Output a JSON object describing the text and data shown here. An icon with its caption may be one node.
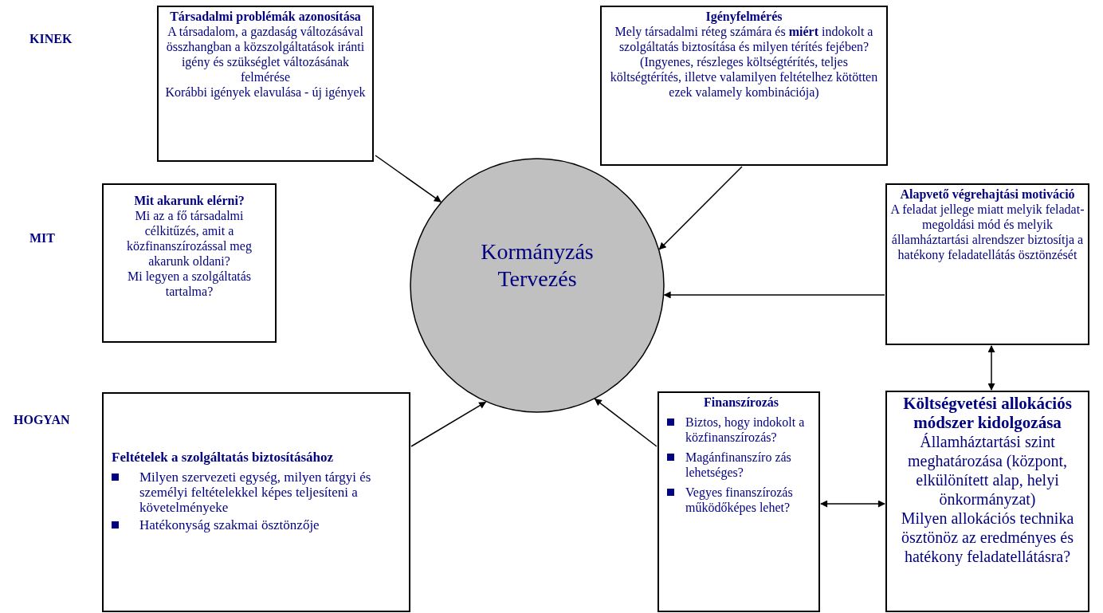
{
  "diagram": {
    "nodes": [
      {
        "text": [
          "Társadalmi problémák azonosítása",
          "A társadalom, a gazdaság változásával összhangban a közszolgáltatások iránti igény és szükséglet változásának felmérése",
          "Korábbi igények elavulása - új igények"
        ]
      },
      {
        "text": [
          "Igényfelmérés",
          "Mely társadalmi réteg számára és **miért** indokolt a szolgáltatás biztosítása és milyen térítés fejében?",
          "(Ingyenes, részleges költségtérítés, teljes költségtérítés, illetve valamilyen feltételhez kötötten ezek valamely kombinációja)"
        ]
      },
      {
        "text": [
          "Mit akarunk elérni?",
          "Mi az a fő társadalmi célkitűzés, amit a közfinanszírozással meg akarunk oldani?",
          "Mi legyen a szolgáltatás tartalma?"
        ]
      },
      {
        "text": [
          "Kormányzás Tervezés"
        ]
      },
      {
        "text": [
          "Alapvető végrehajtási motiváció",
          "A feladat jellege miatt melyik feladat-megoldási mód és melyik államháztartási alrendszer biztosítja a hatékony feladatellátás ösztönzését"
        ]
      },
      {
        "text": [
          "Feltételek a szolgáltatás biztosításához",
          "Milyen szervezeti egység, milyen tárgyi és személyi feltételekkel képes teljesíteni a követelményeke",
          "Hatékonyság szakmai ösztönzője"
        ]
      },
      {
        "text": [
          "Finanszírozás",
          "Biztos, hogy indokolt a közfinanszírozás?",
          "Magánfinanszíro zás lehetséges?",
          "Vegyes finanszírozás működőképes lehet?"
        ]
      },
      {
        "text": [
          "Költségvetési allokációs módszer kidolgozása",
          "Államháztartási szint meghatározása (központ, elkülönített alap, helyi önkormányzat)",
          "Milyen allokációs technika ösztönöz az eredményes és hatékony feladatellátásra?"
        ]
      }
    ],
    "edges": [
      {
        "from": 0,
        "to": 3,
        "arrow": "to"
      },
      {
        "from": 1,
        "to": 3,
        "arrow": "to"
      },
      {
        "from": 4,
        "to": 3,
        "arrow": "to"
      },
      {
        "from": 5,
        "to": 3,
        "arrow": "to"
      },
      {
        "from": 6,
        "to": 3,
        "arrow": "to"
      },
      {
        "from": 4,
        "to": 7,
        "arrow": "both"
      },
      {
        "from": 6,
        "to": 7,
        "arrow": "both"
      }
    ],
    "labels": [
      "KINEK",
      "MIT",
      "HOGYAN"
    ]
  }
}
